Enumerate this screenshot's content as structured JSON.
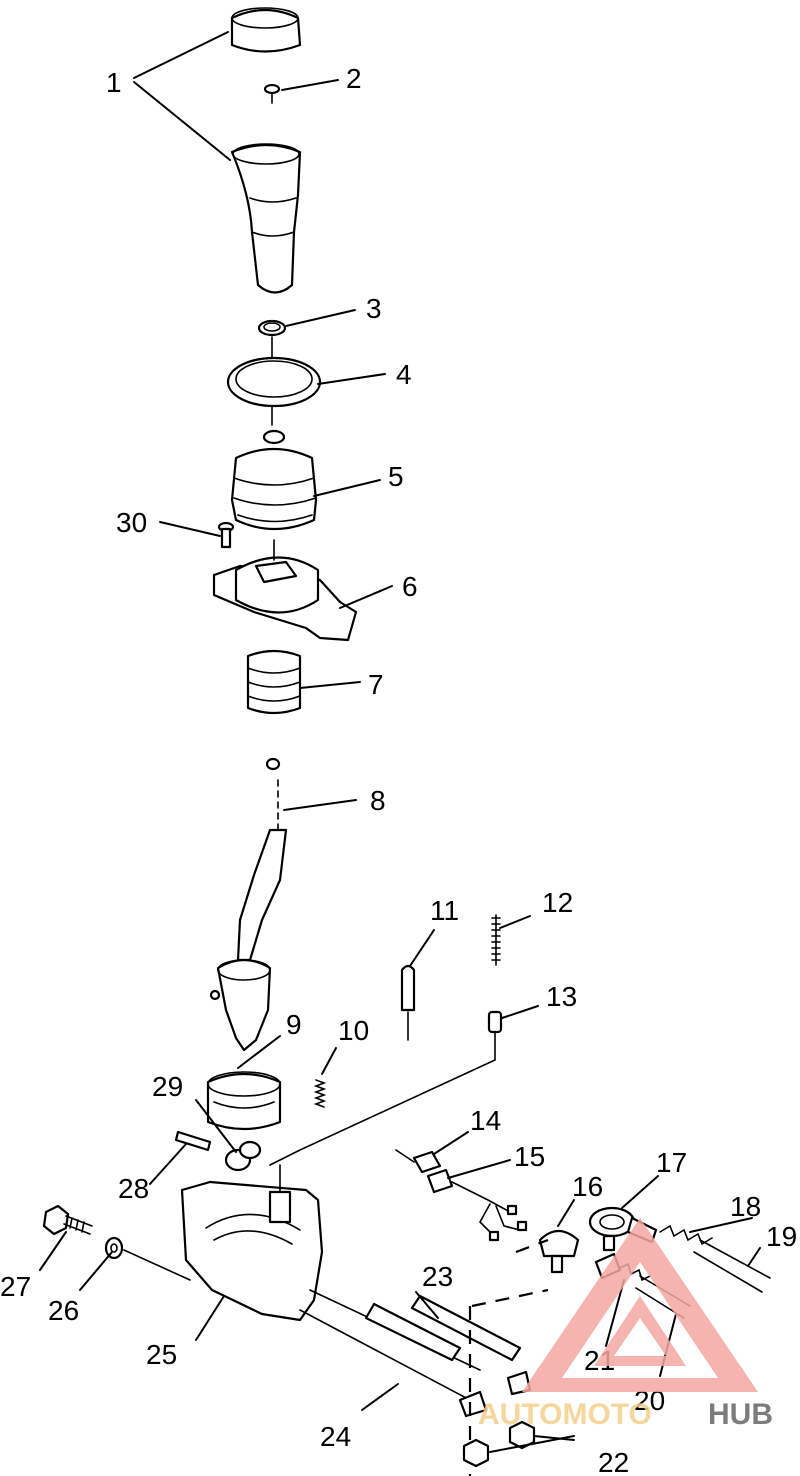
{
  "diagram": {
    "callouts": [
      {
        "id": "1",
        "label": "1"
      },
      {
        "id": "2",
        "label": "2"
      },
      {
        "id": "3",
        "label": "3"
      },
      {
        "id": "4",
        "label": "4"
      },
      {
        "id": "5",
        "label": "5"
      },
      {
        "id": "6",
        "label": "6"
      },
      {
        "id": "7",
        "label": "7"
      },
      {
        "id": "8",
        "label": "8"
      },
      {
        "id": "9",
        "label": "9"
      },
      {
        "id": "10",
        "label": "10"
      },
      {
        "id": "11",
        "label": "11"
      },
      {
        "id": "12",
        "label": "12"
      },
      {
        "id": "13",
        "label": "13"
      },
      {
        "id": "14",
        "label": "14"
      },
      {
        "id": "15",
        "label": "15"
      },
      {
        "id": "16",
        "label": "16"
      },
      {
        "id": "17",
        "label": "17"
      },
      {
        "id": "18",
        "label": "18"
      },
      {
        "id": "19",
        "label": "19"
      },
      {
        "id": "20",
        "label": "20"
      },
      {
        "id": "21",
        "label": "21"
      },
      {
        "id": "22",
        "label": "22"
      },
      {
        "id": "23",
        "label": "23"
      },
      {
        "id": "24",
        "label": "24"
      },
      {
        "id": "25",
        "label": "25"
      },
      {
        "id": "26",
        "label": "26"
      },
      {
        "id": "27",
        "label": "27"
      },
      {
        "id": "28",
        "label": "28"
      },
      {
        "id": "29",
        "label": "29"
      },
      {
        "id": "30",
        "label": "30"
      }
    ]
  },
  "watermark": {
    "part1": "AUTOMOTO",
    "part2": "HUB",
    "color_main": "#f4a7a3",
    "color_accent": "#f6cf8a",
    "color_dark": "#666666"
  }
}
